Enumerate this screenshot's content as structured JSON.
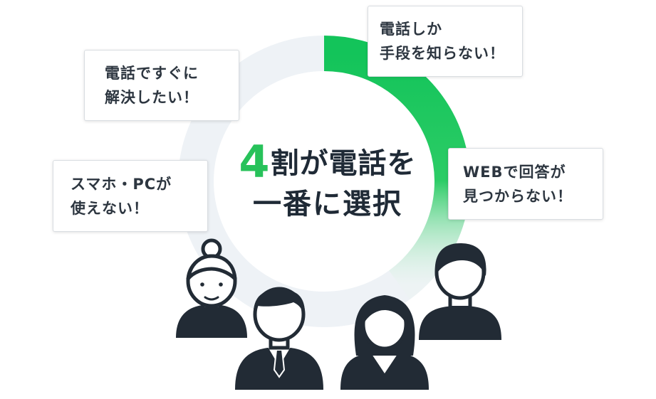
{
  "callouts": {
    "quick_resolve": [
      "電話ですぐに",
      "解決したい！"
    ],
    "only_method": [
      "電話しか",
      "手段を知らない！"
    ],
    "cant_use_device": [
      "スマホ・PCが",
      "使えない！"
    ],
    "no_web_answer": [
      "WEBで回答が",
      "見つからない！"
    ]
  },
  "center": {
    "highlight": "4",
    "line1": "割が電話を",
    "line2": "一番に選択"
  },
  "ring": {
    "share": 0.4,
    "color_track": "#eef2f6",
    "color_fill": "#13c45a"
  },
  "icons": [
    "elderly-woman-icon",
    "businessman-icon",
    "businesswoman-icon",
    "student-icon"
  ],
  "colors": {
    "figure": "#222b35",
    "accent": "#27c25a"
  }
}
